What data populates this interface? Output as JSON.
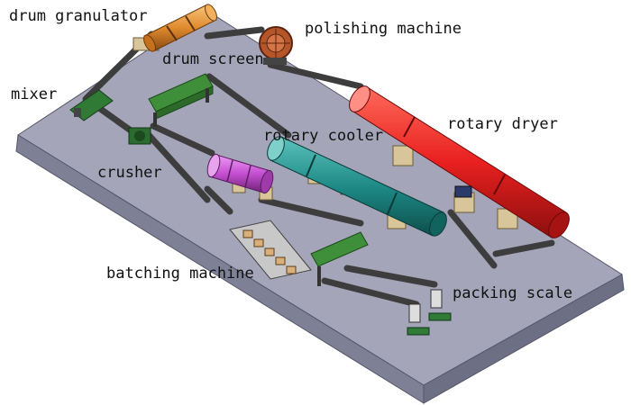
{
  "diagram": {
    "labels": {
      "drum_granulator": "drum granulator",
      "polishing_machine": "polishing machine",
      "drum_screen": "drum screen",
      "mixer": "mixer",
      "rotary_dryer": "rotary dryer",
      "rotary_cooler": "rotary cooler",
      "crusher": "crusher",
      "batching_machine": "batching machine",
      "packing_scale": "packing scale"
    },
    "colors": {
      "platform_top": "#a4a5b8",
      "platform_side": "#7e8096",
      "granulator": "#e08a2e",
      "polishing": "#b5562a",
      "screen_green": "#3f8f3a",
      "dryer_red": "#e8201f",
      "cooler_teal": "#1e8a86",
      "drum_screen_purple": "#c44fd1",
      "support_tan": "#d8c69a",
      "conveyor": "#4a4a4a"
    }
  }
}
